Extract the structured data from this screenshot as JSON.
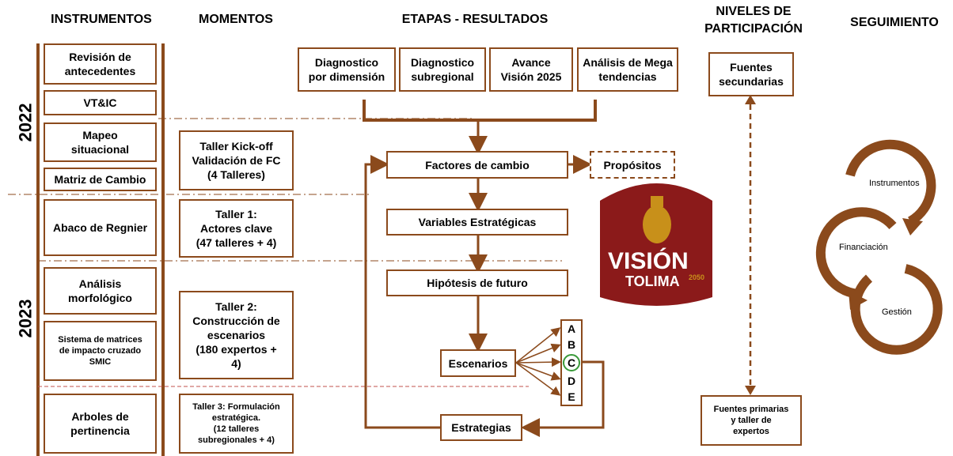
{
  "headers": {
    "instrumentos": "INSTRUMENTOS",
    "momentos": "MOMENTOS",
    "etapas": "ETAPAS - RESULTADOS",
    "niveles": "NIVELES DE\nPARTICIPACIÓN",
    "seguimiento": "SEGUIMIENTO"
  },
  "years": {
    "y2022": "2022",
    "y2023": "2023"
  },
  "instrumentos": [
    "Revisión de\nantecedentes",
    "VT&IC",
    "Mapeo\nsituacional",
    "Matriz de Cambio",
    "Abaco de Regnier",
    "Análisis\nmorfológico",
    "Sistema de matrices\nde impacto cruzado\nSMIC",
    "Arboles de\npertinencia"
  ],
  "momentos": [
    "Taller Kick-off\nValidación de FC\n(4 Talleres)",
    "Taller 1:\nActores clave\n(47 talleres + 4)",
    "Taller 2:\nConstrucción de\nescenarios\n(180 expertos +\n4)",
    "Taller 3: Formulación\nestratégica.\n(12 talleres\nsubregionales + 4)"
  ],
  "etapas_top": [
    "Diagnostico\npor dimensión",
    "Diagnostico\nsubregional",
    "Avance\nVisión 2025",
    "Análisis de Mega\ntendencias"
  ],
  "etapas": {
    "factores": "Factores de cambio",
    "propositos": "Propósitos",
    "variables": "Variables Estratégicas",
    "hipotesis": "Hipótesis de futuro",
    "escenarios": "Escenarios",
    "estrategias": "Estrategias",
    "letters": [
      "A",
      "B",
      "C",
      "D",
      "E"
    ]
  },
  "logo": {
    "line1": "VISIÓN",
    "line2": "TOLIMA",
    "line3": "2050"
  },
  "niveles": {
    "secundarias": "Fuentes\nsecundarias",
    "primarias": "Fuentes primarias\ny taller de\nexpertos"
  },
  "seguimiento": [
    "Instrumentos",
    "Financiación",
    "Gestión"
  ],
  "colors": {
    "accent": "#8b4a1c",
    "highlight": "#3a9a3a",
    "logo_red": "#8b1a1a",
    "logo_gold": "#c8901a"
  }
}
